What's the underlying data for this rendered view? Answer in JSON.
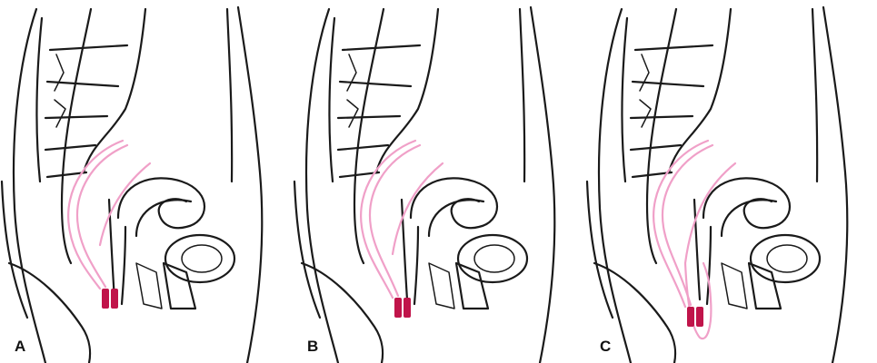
{
  "figure": {
    "panels": [
      {
        "label": "A",
        "pink_extent": "short",
        "bulge": false
      },
      {
        "label": "B",
        "pink_extent": "medium",
        "bulge": false
      },
      {
        "label": "C",
        "pink_extent": "long",
        "bulge": true
      }
    ]
  },
  "colors": {
    "outline": "#1a1a1a",
    "pelvic_floor_line": "#f0a0c8",
    "sphincter": "#c0144a",
    "background": "#ffffff"
  }
}
